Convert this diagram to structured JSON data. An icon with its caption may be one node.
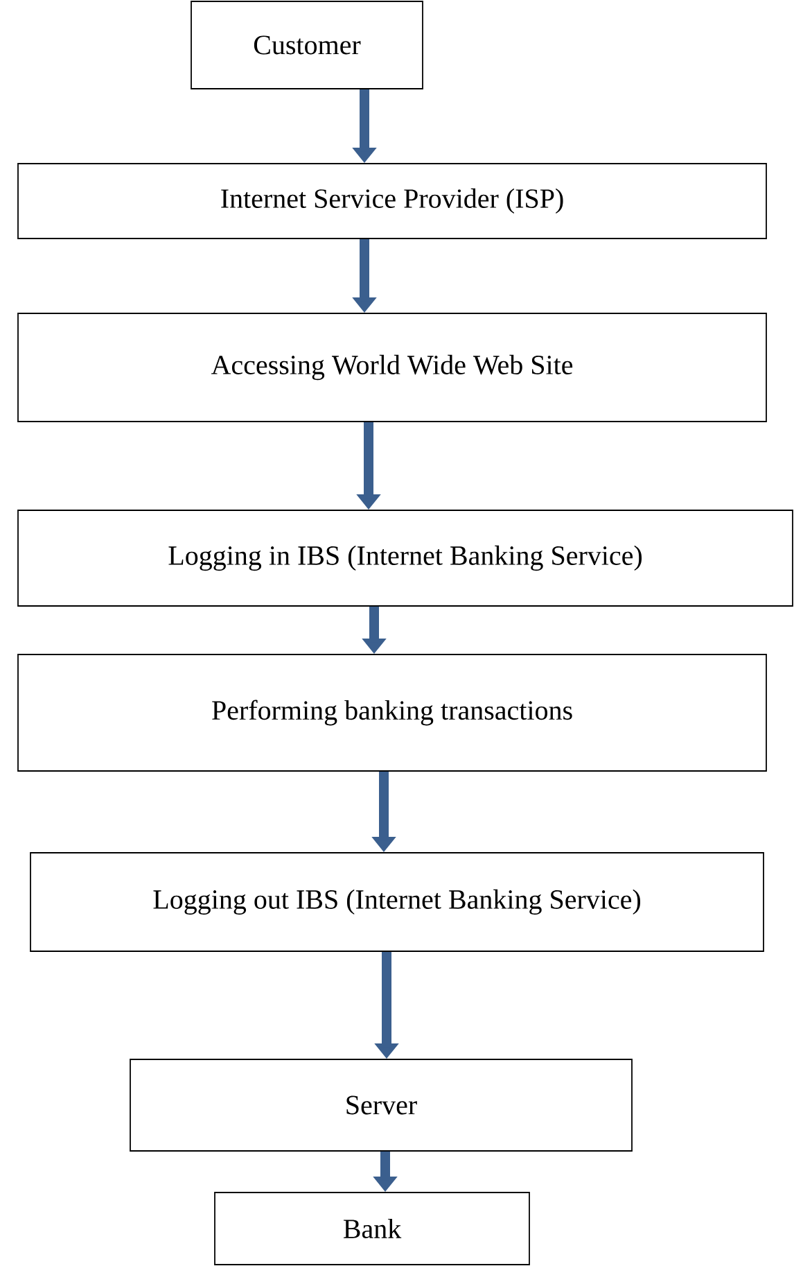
{
  "diagram": {
    "nodes": [
      {
        "text": [
          "Customer"
        ]
      },
      {
        "text": [
          "Internet Service Provider (ISP)"
        ]
      },
      {
        "text": [
          "Accessing World Wide Web Site"
        ]
      },
      {
        "text": [
          "Logging in IBS (Internet Banking Service)"
        ]
      },
      {
        "text": [
          "Performing banking transactions"
        ]
      },
      {
        "text": [
          "Logging out IBS (Internet Banking Service)"
        ]
      },
      {
        "text": [
          "Server"
        ]
      },
      {
        "text": [
          "Bank"
        ]
      }
    ],
    "edges": [
      {
        "from": 0,
        "to": 1,
        "arrow": "to"
      },
      {
        "from": 1,
        "to": 2,
        "arrow": "to"
      },
      {
        "from": 2,
        "to": 3,
        "arrow": "to"
      },
      {
        "from": 3,
        "to": 4,
        "arrow": "to"
      },
      {
        "from": 4,
        "to": 5,
        "arrow": "to"
      },
      {
        "from": 5,
        "to": 6,
        "arrow": "to"
      },
      {
        "from": 6,
        "to": 7,
        "arrow": "to"
      }
    ]
  }
}
